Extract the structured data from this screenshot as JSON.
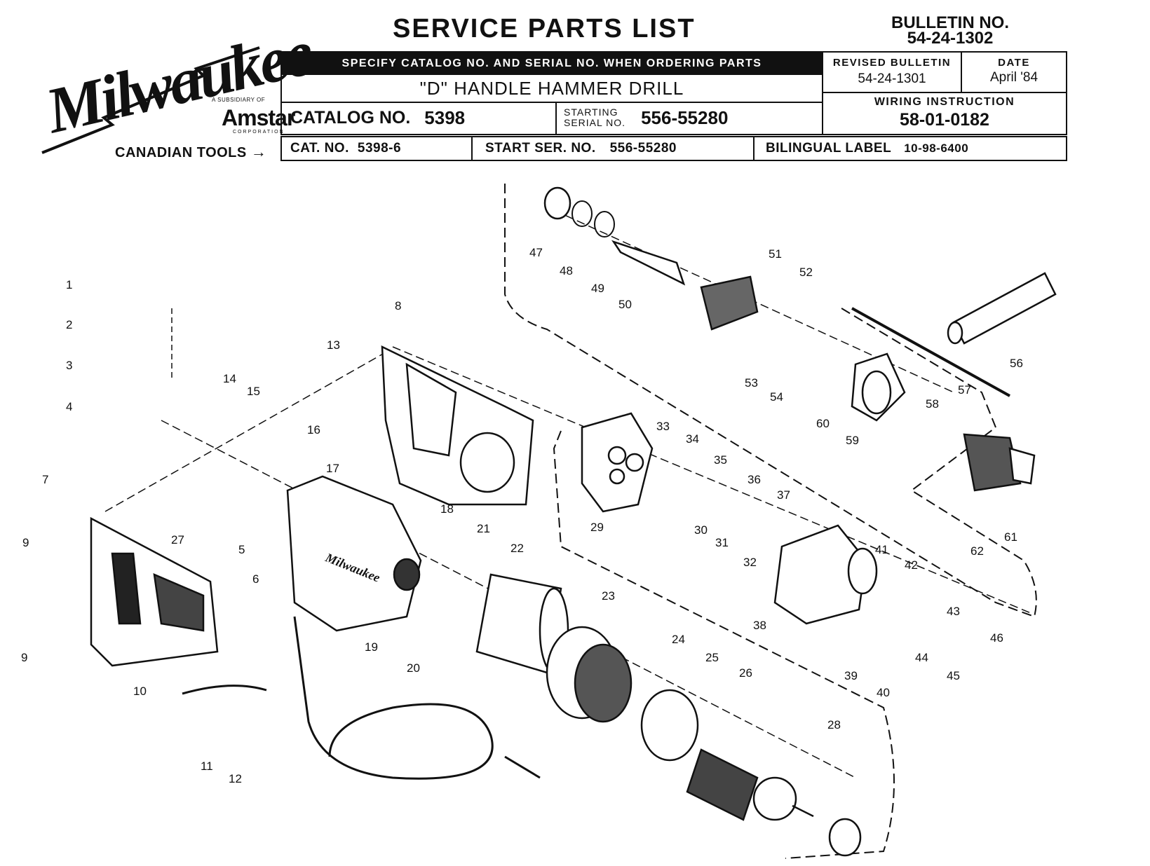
{
  "header": {
    "brand": "Milwaukee",
    "subsidiary_of": "A SUBSIDIARY OF",
    "parent": "Amstar",
    "parent_sub": "CORPORATION",
    "title": "SERVICE PARTS LIST",
    "bulletin_label": "BULLETIN NO.",
    "bulletin_no": "54-24-1302",
    "specify_notice": "SPECIFY CATALOG NO. AND SERIAL NO. WHEN ORDERING PARTS",
    "revised_label": "REVISED BULLETIN",
    "revised_no": "54-24-1301",
    "date_label": "DATE",
    "date_value": "April '84",
    "product_name": "\"D\" HANDLE HAMMER DRILL",
    "wiring_label": "WIRING INSTRUCTION",
    "wiring_no": "58-01-0182",
    "catalog_label": "CATALOG NO.",
    "catalog_no": "5398",
    "starting_serial_label_1": "STARTING",
    "starting_serial_label_2": "SERIAL NO.",
    "starting_serial_no": "556-55280",
    "canadian_label": "CANADIAN TOOLS",
    "canadian_arrow": "→",
    "cat_no_label": "CAT. NO.",
    "cat_no": "5398-6",
    "start_ser_label": "START SER. NO.",
    "start_ser_no": "556-55280",
    "bilingual_label": "BILINGUAL LABEL",
    "bilingual_no": "10-98-6400"
  },
  "parts": {
    "p1": "1",
    "p2": "2",
    "p3": "3",
    "p4": "4",
    "p5": "5",
    "p6": "6",
    "p7": "7",
    "p8": "8",
    "p9a": "9",
    "p9b": "9",
    "p10": "10",
    "p11": "11",
    "p12": "12",
    "p13": "13",
    "p14": "14",
    "p15": "15",
    "p16": "16",
    "p17": "17",
    "p18": "18",
    "p19": "19",
    "p20": "20",
    "p21": "21",
    "p22": "22",
    "p23": "23",
    "p24": "24",
    "p25": "25",
    "p26": "26",
    "p27": "27",
    "p28": "28",
    "p29": "29",
    "p30": "30",
    "p31": "31",
    "p32": "32",
    "p33": "33",
    "p34": "34",
    "p35": "35",
    "p36": "36",
    "p37": "37",
    "p38": "38",
    "p39": "39",
    "p40": "40",
    "p41": "41",
    "p42": "42",
    "p43": "43",
    "p44": "44",
    "p45": "45",
    "p46": "46",
    "p47": "47",
    "p48": "48",
    "p49": "49",
    "p50": "50",
    "p51": "51",
    "p52": "52",
    "p53": "53",
    "p54": "54",
    "p56": "56",
    "p57": "57",
    "p58": "58",
    "p59": "59",
    "p60": "60",
    "p61": "61",
    "p62": "62"
  },
  "housing_logo": "Milwaukee"
}
